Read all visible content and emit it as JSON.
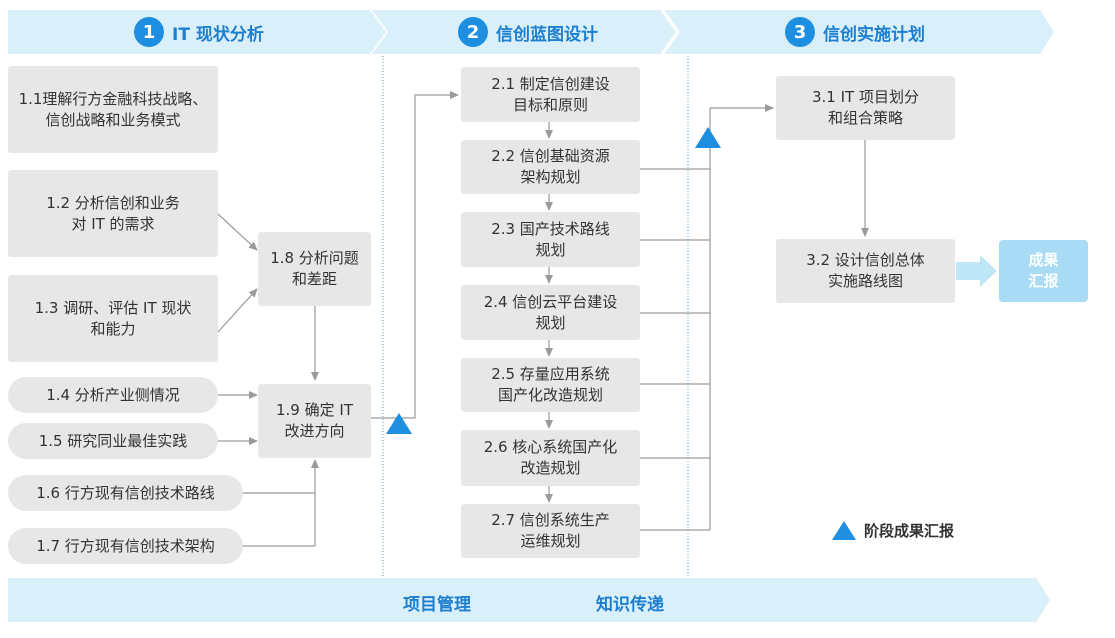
{
  "phases": [
    {
      "num": "1",
      "title": "IT 现状分析"
    },
    {
      "num": "2",
      "title": "信创蓝图设计"
    },
    {
      "num": "3",
      "title": "信创实施计划"
    }
  ],
  "col1": {
    "b11": "1.1理解行方金融科技战略、\n信创战略和业务模式",
    "b12": "1.2 分析信创和业务\n对 IT 的需求",
    "b13": "1.3 调研、评估 IT 现状\n和能力",
    "b14": "1.4 分析产业侧情况",
    "b15": "1.5 研究同业最佳实践",
    "b16": "1.6 行方现有信创技术路线",
    "b17": "1.7 行方现有信创技术架构",
    "b18": "1.8 分析问题\n和差距",
    "b19": "1.9 确定 IT\n改进方向"
  },
  "col2": {
    "b21": "2.1 制定信创建设\n目标和原则",
    "b22": "2.2 信创基础资源\n架构规划",
    "b23": "2.3 国产技术路线\n规划",
    "b24": "2.4 信创云平台建设\n规划",
    "b25": "2.5 存量应用系统\n国产化改造规划",
    "b26": "2.6 核心系统国产化\n改造规划",
    "b27": "2.7 信创系统生产\n运维规划"
  },
  "col3": {
    "b31": "3.1 IT 项目划分\n和组合策略",
    "b32": "3.2 设计信创总体\n实施路线图"
  },
  "result": "成果\n汇报",
  "legend": "阶段成果汇报",
  "bottom": {
    "left": "项目管理",
    "right": "知识传递"
  },
  "colors": {
    "accent": "#1e8ee0",
    "header_fill": "#d9eff9",
    "box": "#e7e7e7",
    "result": "#a9dcf4",
    "arrow": "#9a9a9a"
  }
}
